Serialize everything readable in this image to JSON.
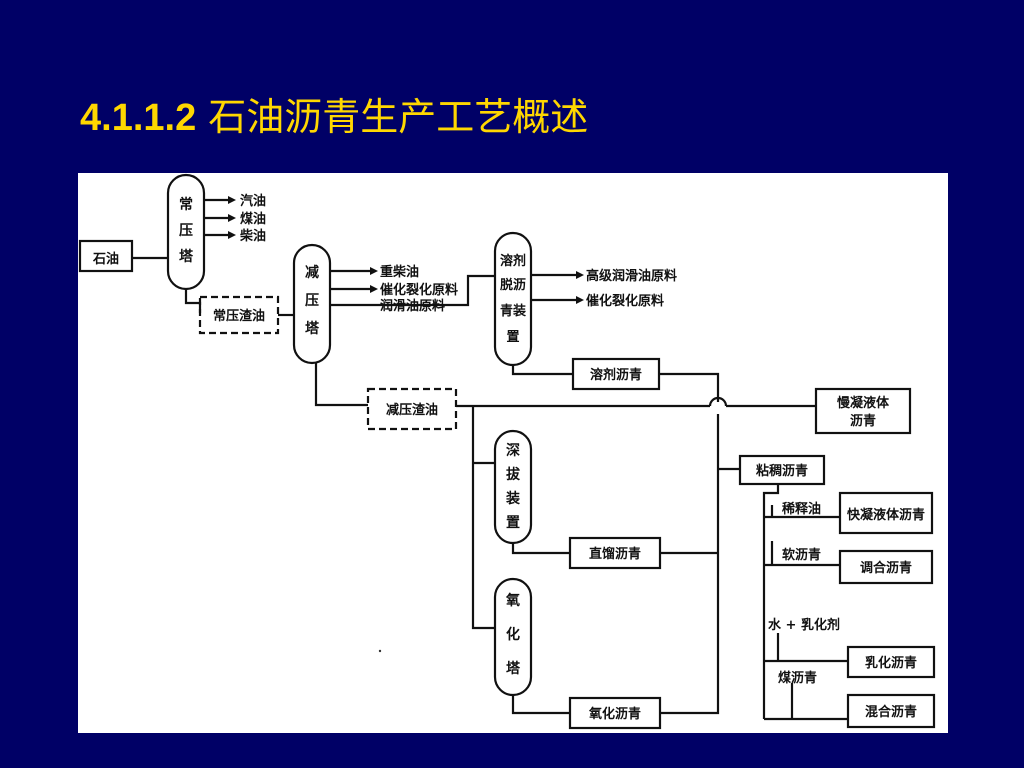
{
  "slide": {
    "number": "4.1.1.2",
    "title": "石油沥青生产工艺概述"
  },
  "diagram": {
    "crude": "石油",
    "atmospheric_tower": [
      "常",
      "压",
      "塔"
    ],
    "atm_products": [
      "汽油",
      "煤油",
      "柴油"
    ],
    "atm_residue": "常压渣油",
    "vacuum_tower": [
      "减",
      "压",
      "塔"
    ],
    "vac_products": [
      "重柴油",
      "催化裂化原料",
      "润滑油原料"
    ],
    "solvent_unit": [
      "溶剂",
      "脱沥",
      "青装",
      "置"
    ],
    "solvent_products": [
      "高级润滑油原料",
      "催化裂化原料"
    ],
    "solvent_asphalt": "溶剂沥青",
    "vac_residue": "减压渣油",
    "slow_cutback": [
      "慢凝液体",
      "沥青"
    ],
    "deep_distill_unit": [
      "深",
      "拔",
      "装",
      "置"
    ],
    "straight_run_asphalt": "直馏沥青",
    "viscous_asphalt": "粘稠沥青",
    "thinner_oil": "稀释油",
    "fast_cutback": "快凝液体沥青",
    "soft_asphalt": "软沥青",
    "blended_asphalt": "调合沥青",
    "water_emulsifier": "水 + 乳化剂",
    "emulsified_asphalt": "乳化沥青",
    "coal_tar": "煤沥青",
    "mixed_asphalt": "混合沥青",
    "oxidation_tower": [
      "氧",
      "化",
      "塔"
    ],
    "oxidized_asphalt": "氧化沥青"
  }
}
